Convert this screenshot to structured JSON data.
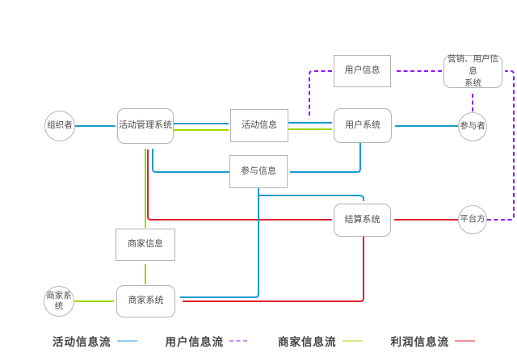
{
  "diagram": {
    "nodes": {
      "organizer": {
        "label": "组织者",
        "shape": "circle"
      },
      "activity_mgmt": {
        "label": "活动管理系统",
        "shape": "rounded"
      },
      "activity_info": {
        "label": "活动信息",
        "shape": "rect"
      },
      "user_system": {
        "label": "用户系统",
        "shape": "rounded"
      },
      "participant": {
        "label": "参与者",
        "shape": "circle"
      },
      "user_info": {
        "label": "用户信息",
        "shape": "rect"
      },
      "marketing_system": {
        "label": "营销、用户信息\n系统",
        "shape": "rounded"
      },
      "participation_info": {
        "label": "参与信息",
        "shape": "rect"
      },
      "settlement_system": {
        "label": "结算系统",
        "shape": "rounded"
      },
      "platform": {
        "label": "平台方",
        "shape": "circle"
      },
      "merchant_info": {
        "label": "商家信息",
        "shape": "rect"
      },
      "merchant_system": {
        "label": "商家系统",
        "shape": "rounded"
      },
      "merchant_actor": {
        "label": "商家系\n统",
        "shape": "circle"
      }
    },
    "edges": [
      {
        "flow": "activity",
        "from": "organizer",
        "to": "activity_mgmt"
      },
      {
        "flow": "activity",
        "from": "activity_mgmt",
        "to": "activity_info"
      },
      {
        "flow": "activity",
        "from": "activity_info",
        "to": "user_system"
      },
      {
        "flow": "activity",
        "from": "participant",
        "to": "user_system"
      },
      {
        "flow": "activity",
        "from": "user_system",
        "to": "participation_info"
      },
      {
        "flow": "activity",
        "from": "participation_info",
        "to": "activity_mgmt"
      },
      {
        "flow": "activity",
        "from": "participation_info",
        "to": "settlement_system"
      },
      {
        "flow": "activity",
        "from": "participation_info",
        "to": "merchant_system"
      },
      {
        "flow": "user",
        "from": "participant",
        "to": "marketing_system"
      },
      {
        "flow": "user",
        "from": "marketing_system",
        "to": "user_info"
      },
      {
        "flow": "user",
        "from": "user_info",
        "to": "activity_to_user_flow"
      },
      {
        "flow": "user",
        "from": "platform",
        "to": "marketing_system"
      },
      {
        "flow": "merchant",
        "from": "merchant_actor",
        "to": "merchant_system"
      },
      {
        "flow": "merchant",
        "from": "merchant_system",
        "to": "merchant_info"
      },
      {
        "flow": "merchant",
        "from": "merchant_info",
        "to": "activity_mgmt"
      },
      {
        "flow": "merchant",
        "from": "activity_mgmt",
        "to": "activity_info"
      },
      {
        "flow": "merchant",
        "from": "activity_info",
        "to": "user_system"
      },
      {
        "flow": "profit",
        "from": "platform",
        "to": "settlement_system"
      },
      {
        "flow": "profit",
        "from": "settlement_system",
        "to": "activity_mgmt"
      },
      {
        "flow": "profit",
        "from": "settlement_system",
        "to": "merchant_system"
      }
    ],
    "legend": {
      "items": [
        {
          "label": "活动信息流",
          "flow": "activity",
          "style": "solid"
        },
        {
          "label": "用户信息流",
          "flow": "user",
          "style": "dashed"
        },
        {
          "label": "商家信息流",
          "flow": "merchant",
          "style": "solid"
        },
        {
          "label": "利润信息流",
          "flow": "profit",
          "style": "solid"
        }
      ]
    },
    "colors": {
      "activity_flow": "#189BD2",
      "user_flow": "#9013FE",
      "merchant_flow": "#9BD500",
      "profit_flow": "#E01F2F",
      "node_border": "#B3B3B3",
      "node_text": "#4D4D4D",
      "legend_text": "#444444"
    }
  }
}
